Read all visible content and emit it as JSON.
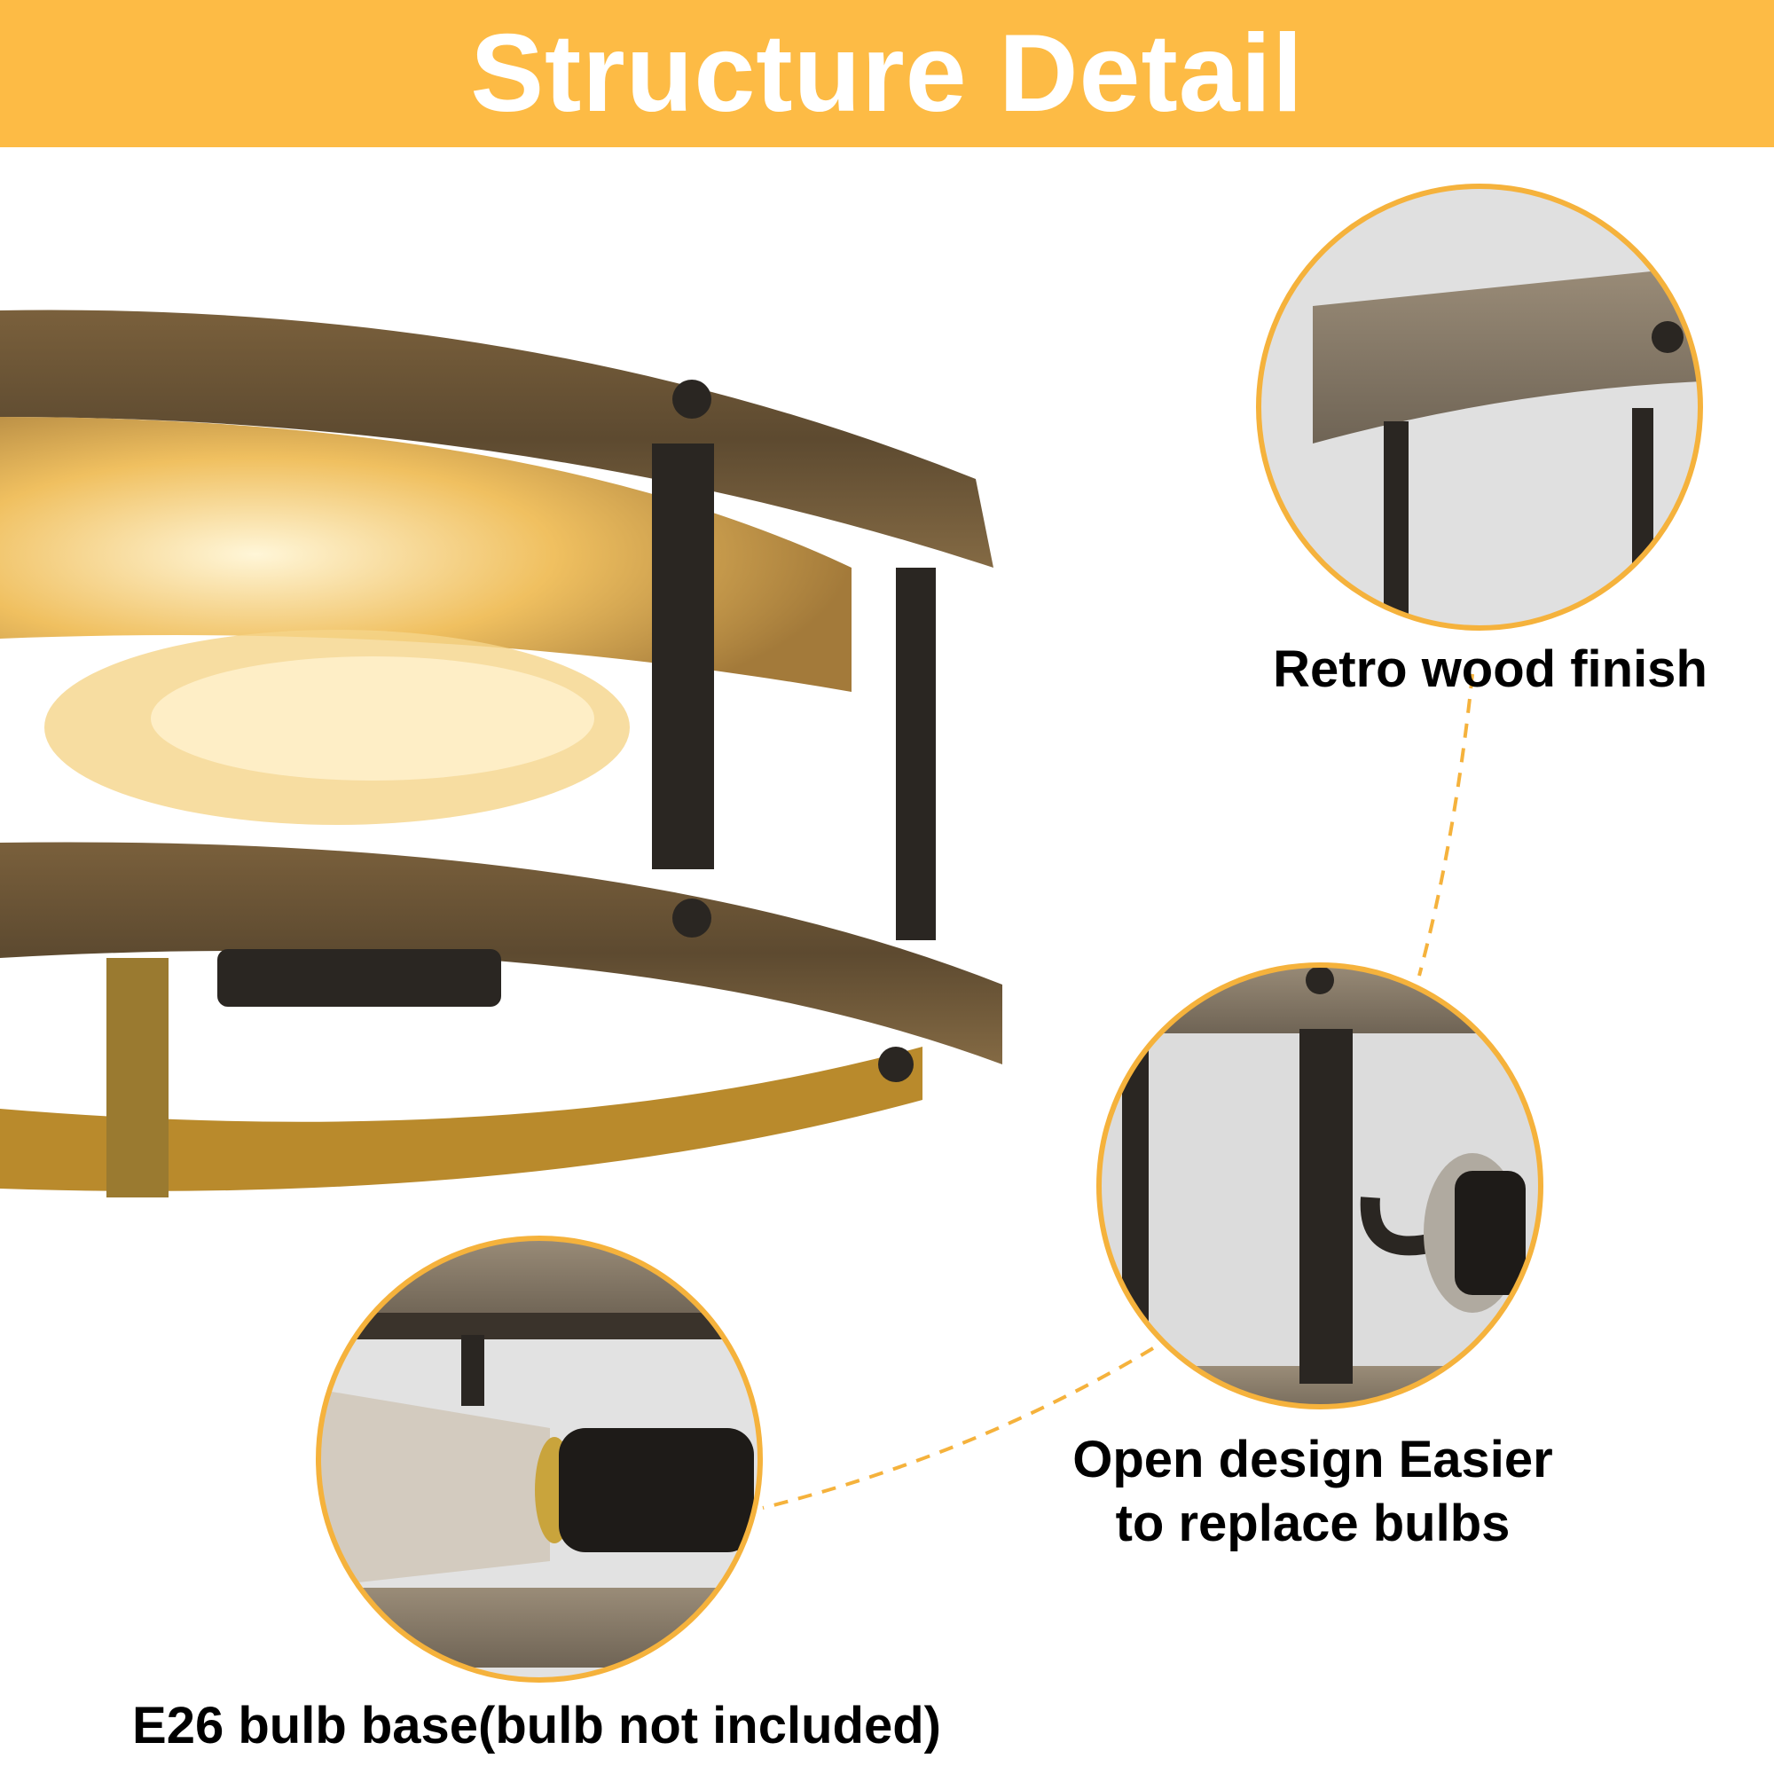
{
  "header": {
    "title": "Structure Detail",
    "background": "#FDBB45"
  },
  "callouts": [
    {
      "label": "Retro wood finish"
    },
    {
      "line1": "Open design Easier",
      "line2": "to replace bulbs"
    },
    {
      "label": "E26 bulb base(bulb not included)"
    }
  ],
  "colors": {
    "accent": "#F5B23C",
    "wood": "#6E5636",
    "metal": "#2A2622"
  }
}
